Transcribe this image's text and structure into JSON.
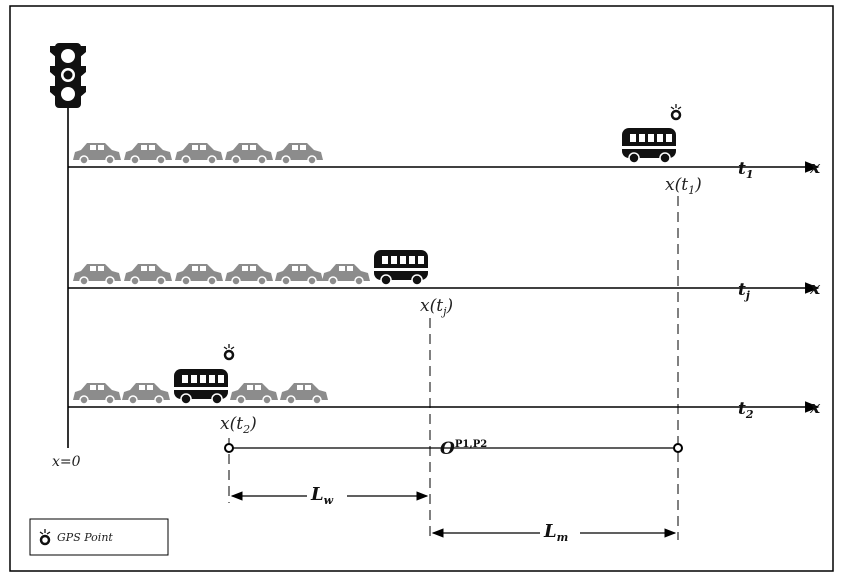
{
  "lanes": {
    "t1": {
      "time": "t",
      "time_sub": "1",
      "axis": "x",
      "pos": "x(t",
      "pos_sub": "1",
      "pos_close": ")"
    },
    "tj": {
      "time": "t",
      "time_sub": "j",
      "axis": "x",
      "pos": "x(t",
      "pos_sub": "j",
      "pos_close": ")"
    },
    "t2": {
      "time": "t",
      "time_sub": "2",
      "axis": "x",
      "pos": "x(t",
      "pos_sub": "2",
      "pos_close": ")"
    }
  },
  "origin_label": "x=0",
  "overlap": {
    "main": "O",
    "sup": "P1,P2"
  },
  "Lw": {
    "main": "L",
    "sub": "w"
  },
  "Lm": {
    "main": "L",
    "sub": "m"
  },
  "legend": {
    "label": "GPS Point"
  },
  "colors": {
    "car": "#8c8c8c",
    "bus": "#111111",
    "line": "#000000",
    "frame": "#000000"
  }
}
